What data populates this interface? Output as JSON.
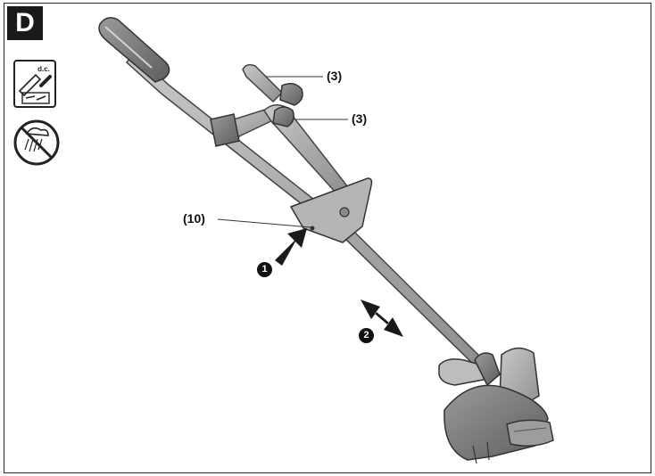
{
  "figure": {
    "letter": "D"
  },
  "callouts": {
    "upper_handle": "(3)",
    "lower_handle": "(3)",
    "release_button": "(10)"
  },
  "steps": {
    "first": "1",
    "second": "2"
  },
  "warning_icons": {
    "charger_label": "d.c."
  },
  "colors": {
    "tool_body": "#a9a9a9",
    "tool_dark": "#6f6f6f",
    "tool_light": "#cfcfcf",
    "outline": "#333333",
    "arrow": "#1a1a1a"
  }
}
